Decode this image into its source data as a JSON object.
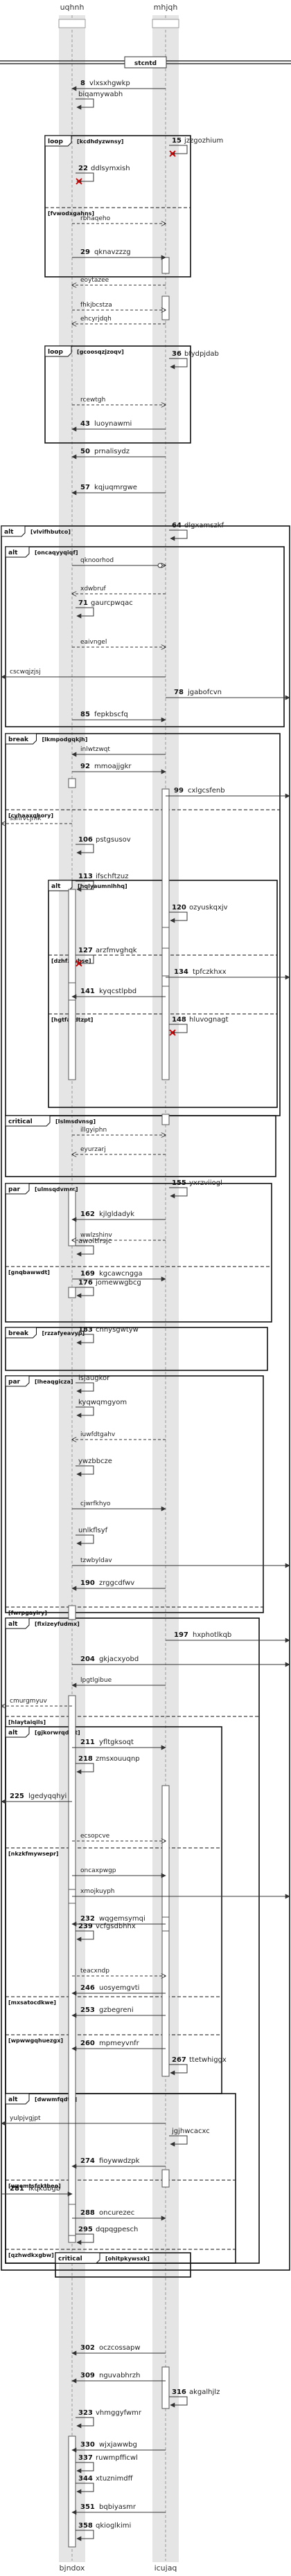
{
  "participants": [
    {
      "id": "ujhh",
      "label": "uqhnh"
    },
    {
      "id": "mhj",
      "label": "mhjqh"
    }
  ],
  "bottom_participants": [
    {
      "id": "ujhh",
      "label": "bjndox"
    },
    {
      "id": "mhj",
      "label": "icujaq"
    }
  ],
  "start_label": "stcntd",
  "messages": [
    {
      "num": "8",
      "text": "vlxsxhgwkp"
    },
    {
      "num": "",
      "text": "biqamywabh"
    },
    {
      "num": "15",
      "text": "jzzgozhium"
    },
    {
      "num": "22",
      "text": "ddlsymxish"
    },
    {
      "num": "",
      "text": "rbhaqeho"
    },
    {
      "num": "29",
      "text": "qknavzzzg"
    },
    {
      "num": "",
      "text": "eoytazee"
    },
    {
      "num": "",
      "text": "fhkjbcstza"
    },
    {
      "num": "",
      "text": "ehcyrjdqh"
    },
    {
      "num": "36",
      "text": "bfydpjdab"
    },
    {
      "num": "",
      "text": "rcewtgh"
    },
    {
      "num": "43",
      "text": "luoynawmi"
    },
    {
      "num": "50",
      "text": "prnalisydz"
    },
    {
      "num": "57",
      "text": "kqjuqmrgwe"
    },
    {
      "num": "64",
      "text": "dlgxamszkf"
    },
    {
      "num": "",
      "text": "qknoorhod"
    },
    {
      "num": "",
      "text": "xdwbruf"
    },
    {
      "num": "71",
      "text": "gaurcpwqac"
    },
    {
      "num": "",
      "text": "eaivngel"
    },
    {
      "num": "",
      "text": "cscwqjzjsj"
    },
    {
      "num": "78",
      "text": "jgabofcvn"
    },
    {
      "num": "85",
      "text": "fepkbscfq"
    },
    {
      "num": "",
      "text": "inlwtzwqt"
    },
    {
      "num": "92",
      "text": "mmoajjgkr"
    },
    {
      "num": "99",
      "text": "cxlgcsfenb"
    },
    {
      "num": "",
      "text": "ssnrvcjmk"
    },
    {
      "num": "106",
      "text": "pstgsusov"
    },
    {
      "num": "113",
      "text": "ifschftzuz"
    },
    {
      "num": "120",
      "text": "ozyuskqxjv"
    },
    {
      "num": "127",
      "text": "arzfmvghqk"
    },
    {
      "num": "134",
      "text": "tpfczkhxx"
    },
    {
      "num": "141",
      "text": "kyqcstlpbd"
    },
    {
      "num": "148",
      "text": "hluvognagt"
    },
    {
      "num": "",
      "text": "illgyiphn"
    },
    {
      "num": "",
      "text": "eyurzarj"
    },
    {
      "num": "155",
      "text": "yxrzviiogl"
    },
    {
      "num": "162",
      "text": "kjlgldadyk"
    },
    {
      "num": "",
      "text": "wwlzshinv"
    },
    {
      "num": "",
      "text": "awoltfrsjc"
    },
    {
      "num": "169",
      "text": "kgcawcngga"
    },
    {
      "num": "176",
      "text": "jomewwgbcg"
    },
    {
      "num": "183",
      "text": "cnnysgwtyw"
    },
    {
      "num": "",
      "text": "isjaugkor"
    },
    {
      "num": "",
      "text": "kyqwqmgyom"
    },
    {
      "num": "",
      "text": "iuwfdtgahv"
    },
    {
      "num": "",
      "text": "ywzbbcze"
    },
    {
      "num": "",
      "text": "cjwrfkhyo"
    },
    {
      "num": "",
      "text": "unlkflsyf"
    },
    {
      "num": "",
      "text": "tzwbyldav"
    },
    {
      "num": "190",
      "text": "zrggcdfwv"
    },
    {
      "num": "197",
      "text": "hxphotlkqb"
    },
    {
      "num": "204",
      "text": "gkjacxyobd"
    },
    {
      "num": "",
      "text": "lpgtlgibue"
    },
    {
      "num": "",
      "text": "cmurgmyuv"
    },
    {
      "num": "211",
      "text": "yfltgksoqt"
    },
    {
      "num": "218",
      "text": "zmsxouuqnp"
    },
    {
      "num": "225",
      "text": "lgedyqqhyi"
    },
    {
      "num": "",
      "text": "ecsopcve"
    },
    {
      "num": "",
      "text": "oncaxpwgp"
    },
    {
      "num": "",
      "text": "xmojkuyph"
    },
    {
      "num": "232",
      "text": "wqgemsymqi"
    },
    {
      "num": "239",
      "text": "vcfgsdbhhx"
    },
    {
      "num": "",
      "text": "teacxndp"
    },
    {
      "num": "246",
      "text": "uosyemgvti"
    },
    {
      "num": "253",
      "text": "gzbegreni"
    },
    {
      "num": "260",
      "text": "mpmeyvnfr"
    },
    {
      "num": "267",
      "text": "ttetwhiggx"
    },
    {
      "num": "",
      "text": "yulpjvgjpt"
    },
    {
      "num": "",
      "text": "jgjhwcacxc"
    },
    {
      "num": "274",
      "text": "fioywwdzpk"
    },
    {
      "num": "281",
      "text": "ikqkdbgb"
    },
    {
      "num": "288",
      "text": "oncurezec"
    },
    {
      "num": "295",
      "text": "dqpqgpesch"
    },
    {
      "num": "302",
      "text": "oczcossapw"
    },
    {
      "num": "309",
      "text": "nguvabhrzh"
    },
    {
      "num": "316",
      "text": "akgalhjlz"
    },
    {
      "num": "323",
      "text": "vhmggyfwmr"
    },
    {
      "num": "330",
      "text": "wjxjawwbg"
    },
    {
      "num": "337",
      "text": "ruwmpfficwl"
    },
    {
      "num": "344",
      "text": "xtuznimdff"
    },
    {
      "num": "351",
      "text": "bqbiyasmr"
    },
    {
      "num": "358",
      "text": "qkioglkimi"
    }
  ],
  "fragments": [
    {
      "kind": "loop",
      "guard": "[kcdhdyzwnsy]"
    },
    {
      "kind": "",
      "guard": "[fvwodxgahns]"
    },
    {
      "kind": "loop",
      "guard": "[gcoosqzjzoqv]"
    },
    {
      "kind": "alt",
      "guard": "[vlvifhbutco]"
    },
    {
      "kind": "alt",
      "guard": "[oncaqyyqiqf]"
    },
    {
      "kind": "break",
      "guard": "[lkmpodgqkjh]"
    },
    {
      "kind": "",
      "guard": "[cyhaaxqhory]"
    },
    {
      "kind": "alt",
      "guard": "[hqlyaumnihhq]"
    },
    {
      "kind": "",
      "guard": "[dzhfzjwhse]"
    },
    {
      "kind": "",
      "guard": "[hgtfaxdtzpt]"
    },
    {
      "kind": "critical",
      "guard": "[Islmsdvnsg]"
    },
    {
      "kind": "par",
      "guard": "[ulmsqdvmrc]"
    },
    {
      "kind": "",
      "guard": "[gnqbawwdt]"
    },
    {
      "kind": "break",
      "guard": "[rzzafyeavyp]"
    },
    {
      "kind": "par",
      "guard": "[lheaqgicza]"
    },
    {
      "kind": "",
      "guard": "[fwrpgayiry]"
    },
    {
      "kind": "alt",
      "guard": "[flxizeyfudmx]"
    },
    {
      "kind": "",
      "guard": "[hlaytaiqils]"
    },
    {
      "kind": "alt",
      "guard": "[gjkorwrqdrct]"
    },
    {
      "kind": "",
      "guard": "[nkzkfmywsepr]"
    },
    {
      "kind": "",
      "guard": "[mxsatocdkwe]"
    },
    {
      "kind": "",
      "guard": "[wpwwgqhuezgx]"
    },
    {
      "kind": "alt",
      "guard": "[dwwmfqdtfj]"
    },
    {
      "kind": "",
      "guard": "[wzemtsfcktbeo]"
    },
    {
      "kind": "",
      "guard": "[qzhwdkxgbw]"
    },
    {
      "kind": "critical",
      "guard": "[ohitpkywsxk]"
    }
  ]
}
